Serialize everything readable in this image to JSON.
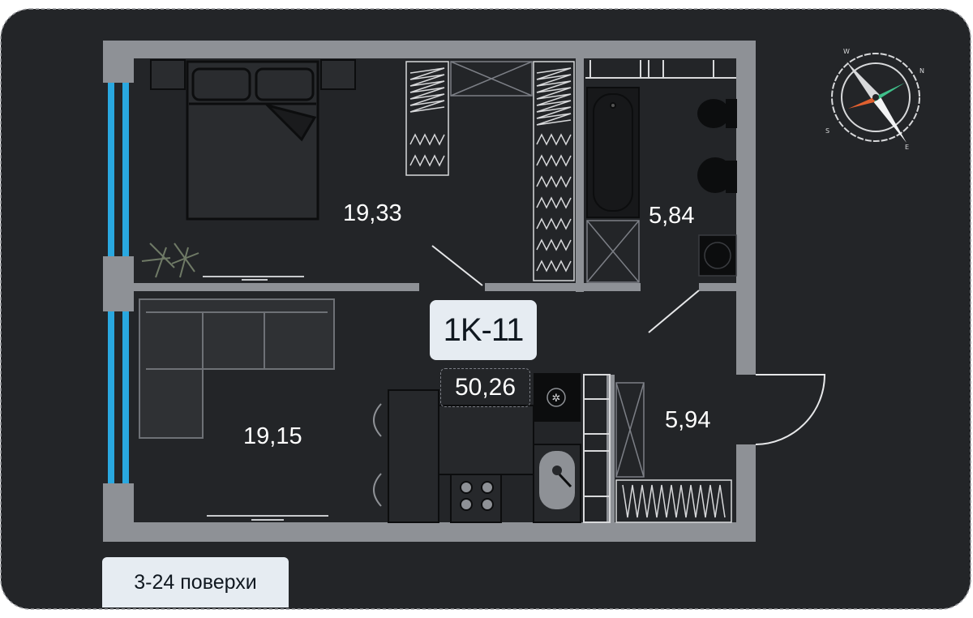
{
  "apartment": {
    "code": "1K-11",
    "total_area": "50,26",
    "floors": "3-24 поверхи"
  },
  "rooms": {
    "bedroom_area": "19,33",
    "living_kitchen_area": "19,15",
    "bathroom_area": "5,84",
    "hallway_area": "5,94"
  },
  "compass": {
    "letters": [
      "W",
      "N",
      "E",
      "S"
    ]
  },
  "colors": {
    "background": "#232528",
    "wall": "#8e9196",
    "window": "#29a8e0",
    "compass_green": "#3fbf8a",
    "compass_red": "#e0602f",
    "label_bg": "#e6ecf2"
  }
}
